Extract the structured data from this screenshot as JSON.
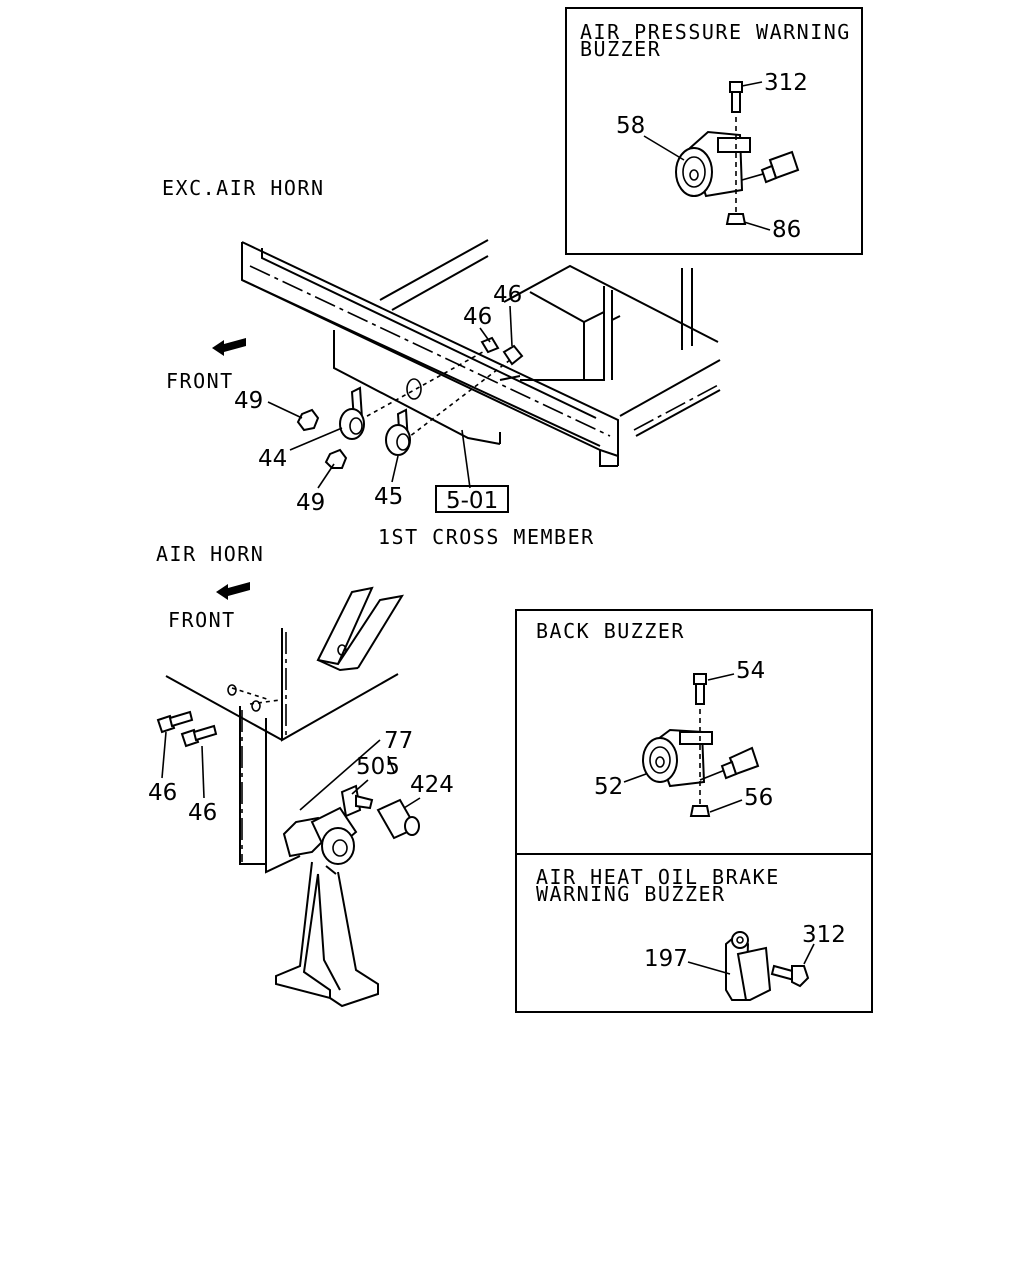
{
  "sections": {
    "exc_air_horn": "EXC.AIR HORN",
    "air_horn": "AIR HORN",
    "air_pressure_warning_buzzer": [
      "AIR PRESSURE WARNING",
      "BUZZER"
    ],
    "back_buzzer": "BACK BUZZER",
    "air_heat_oil_brake_warning_buzzer": [
      "AIR HEAT OIL BRAKE",
      "WARNING BUZZER"
    ]
  },
  "labels": {
    "front": "FRONT",
    "cross_member": "1ST CROSS MEMBER",
    "ref_box": "5-01"
  },
  "callouts": {
    "air_pressure": [
      "312",
      "58",
      "86"
    ],
    "exc_air_horn": [
      "46",
      "46",
      "49",
      "44",
      "49",
      "45"
    ],
    "air_horn": [
      "77",
      "505",
      "424",
      "46",
      "46"
    ],
    "back_buzzer": [
      "54",
      "52",
      "56"
    ],
    "oil_brake": [
      "312",
      "197"
    ]
  }
}
